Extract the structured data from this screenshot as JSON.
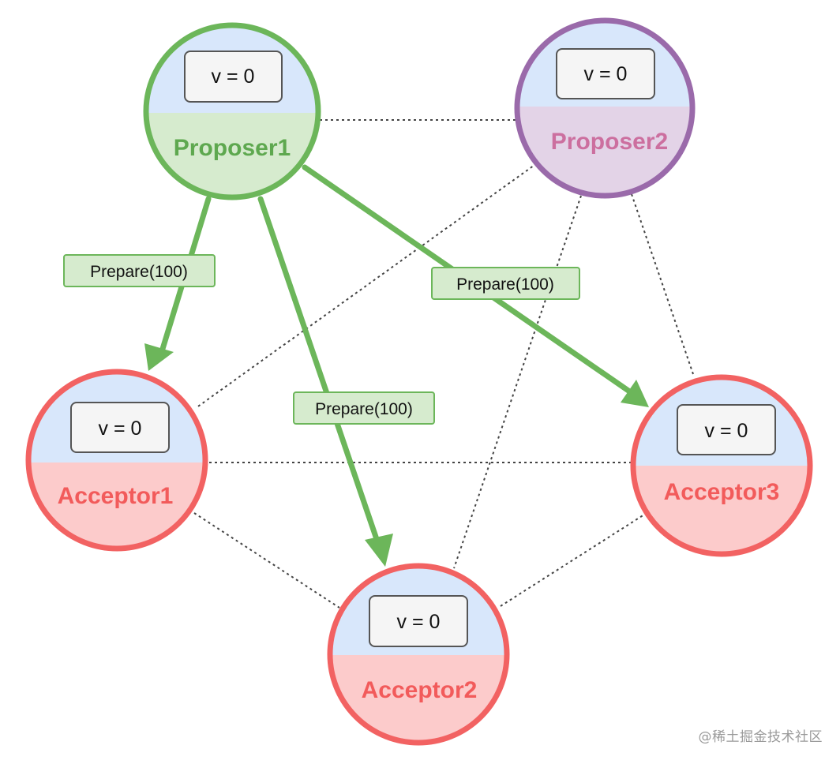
{
  "nodes": {
    "proposer1": {
      "name": "Proposer1",
      "value": "v = 0",
      "role": "proposer-active",
      "stroke": "#6cb65a",
      "top_fill": "#d8e7fb",
      "bottom_fill": "#d6ebce",
      "label_color": "#5ea84f"
    },
    "proposer2": {
      "name": "Proposer2",
      "value": "v = 0",
      "role": "proposer-idle",
      "stroke": "#9a6aaa",
      "top_fill": "#d8e7fb",
      "bottom_fill": "#e3d3e7",
      "label_color": "#cc6f9f"
    },
    "acceptor1": {
      "name": "Acceptor1",
      "value": "v = 0",
      "role": "acceptor",
      "stroke": "#f26262",
      "top_fill": "#d8e7fb",
      "bottom_fill": "#fccbcb",
      "label_color": "#f25b5b"
    },
    "acceptor2": {
      "name": "Acceptor2",
      "value": "v = 0",
      "role": "acceptor",
      "stroke": "#f26262",
      "top_fill": "#d8e7fb",
      "bottom_fill": "#fccbcb",
      "label_color": "#f25b5b"
    },
    "acceptor3": {
      "name": "Acceptor3",
      "value": "v = 0",
      "role": "acceptor",
      "stroke": "#f26262",
      "top_fill": "#d8e7fb",
      "bottom_fill": "#fccbcb",
      "label_color": "#f25b5b"
    }
  },
  "messages": {
    "to_acceptor1": {
      "from": "Proposer1",
      "to": "Acceptor1",
      "label": "Prepare(100)"
    },
    "to_acceptor2": {
      "from": "Proposer1",
      "to": "Acceptor2",
      "label": "Prepare(100)"
    },
    "to_acceptor3": {
      "from": "Proposer1",
      "to": "Acceptor3",
      "label": "Prepare(100)"
    }
  },
  "connections": [
    [
      "Proposer1",
      "Proposer2"
    ],
    [
      "Proposer2",
      "Acceptor1"
    ],
    [
      "Proposer2",
      "Acceptor2"
    ],
    [
      "Proposer2",
      "Acceptor3"
    ],
    [
      "Acceptor1",
      "Acceptor3"
    ],
    [
      "Acceptor1",
      "Acceptor2"
    ],
    [
      "Acceptor2",
      "Acceptor3"
    ]
  ],
  "colors": {
    "arrow": "#6cb65a",
    "message_box_fill": "#d6ebce",
    "message_box_stroke": "#6cb65a",
    "value_box_fill": "#f5f5f5",
    "value_box_stroke": "#555555",
    "dotted_line": "#444444"
  },
  "watermark": "@稀土掘金技术社区"
}
